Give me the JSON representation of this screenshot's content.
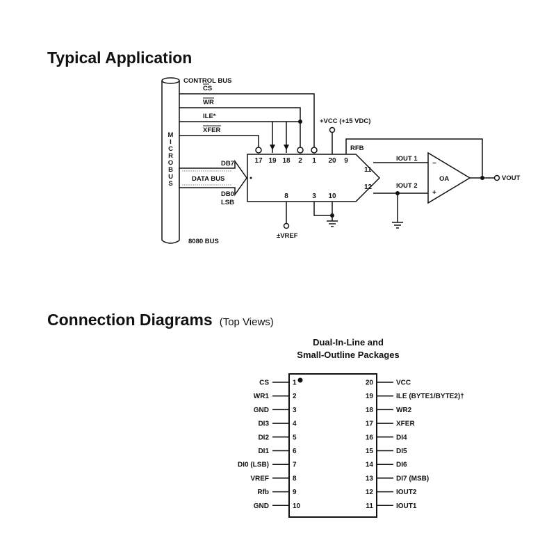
{
  "typical": {
    "title": "Typical Application",
    "control_bus": "CONTROL BUS",
    "signals": {
      "cs": "CS",
      "wr": "WR",
      "ile": "ILE*",
      "xfer": "XFER"
    },
    "micro_bus": "MICROBUS",
    "data_bus": "DATA BUS",
    "db7": "DB7",
    "db0": "DB0",
    "lsb": "LSB",
    "bus_8080": "8080 BUS",
    "vcc": "+VCC (+15 VDC)",
    "rfb": "RFB",
    "iout1": "IOUT 1",
    "iout2": "IOUT 2",
    "oa": "OA",
    "vout": "VOUT",
    "vref": "±VREF",
    "top_pins": [
      "17",
      "19",
      "18",
      "2",
      "1",
      "20",
      "9"
    ],
    "side_pins": {
      "p11": "11",
      "p12": "12"
    },
    "bottom_pins": {
      "p8": "8",
      "p3": "3",
      "p10": "10"
    },
    "minus": "−",
    "plus": "+"
  },
  "connection": {
    "title": "Connection Diagrams",
    "subtitle": "(Top Views)",
    "package_title_1": "Dual-In-Line and",
    "package_title_2": "Small-Outline Packages",
    "left_pins": [
      {
        "num": "1",
        "name": "CS"
      },
      {
        "num": "2",
        "name": "WR1"
      },
      {
        "num": "3",
        "name": "GND"
      },
      {
        "num": "4",
        "name": "DI3"
      },
      {
        "num": "5",
        "name": "DI2"
      },
      {
        "num": "6",
        "name": "DI1"
      },
      {
        "num": "7",
        "name": "DI0 (LSB)"
      },
      {
        "num": "8",
        "name": "VREF"
      },
      {
        "num": "9",
        "name": "Rfb"
      },
      {
        "num": "10",
        "name": "GND"
      }
    ],
    "right_pins": [
      {
        "num": "20",
        "name": "VCC"
      },
      {
        "num": "19",
        "name": "ILE (BYTE1/BYTE2)†"
      },
      {
        "num": "18",
        "name": "WR2"
      },
      {
        "num": "17",
        "name": "XFER"
      },
      {
        "num": "16",
        "name": "DI4"
      },
      {
        "num": "15",
        "name": "DI5"
      },
      {
        "num": "14",
        "name": "DI6"
      },
      {
        "num": "13",
        "name": "DI7 (MSB)"
      },
      {
        "num": "12",
        "name": "IOUT2"
      },
      {
        "num": "11",
        "name": "IOUT1"
      }
    ]
  }
}
